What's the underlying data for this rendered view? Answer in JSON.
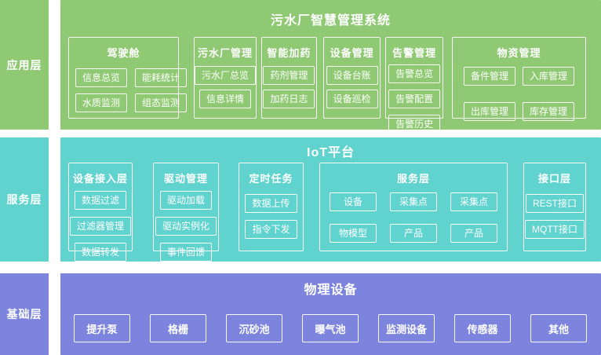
{
  "colors": {
    "app_layer": "#90c973",
    "service_layer": "#61d3cf",
    "base_layer": "#7c84de",
    "text": "#ffffff"
  },
  "layers": {
    "app": {
      "side_label": "应用层",
      "title": "污水厂智慧管理系统",
      "panels": [
        {
          "title": "驾驶舱",
          "items": [
            "信息总览",
            "能耗统计",
            "水质监测",
            "组态监测"
          ]
        },
        {
          "title": "污水厂管理",
          "items": [
            "污水厂总览",
            "信息详情"
          ]
        },
        {
          "title": "智能加药",
          "items": [
            "药剂管理",
            "加药日志"
          ]
        },
        {
          "title": "设备管理",
          "items": [
            "设备台账",
            "设备巡检"
          ]
        },
        {
          "title": "告警管理",
          "items": [
            "告警总览",
            "告警配置",
            "告警历史"
          ]
        },
        {
          "title": "物资管理",
          "items": [
            "备件管理",
            "入库管理",
            "出库管理",
            "库存管理"
          ]
        }
      ]
    },
    "service": {
      "side_label": "服务层",
      "title": "IoT平台",
      "panels": [
        {
          "title": "设备接入层",
          "items": [
            "数据过滤",
            "过滤器管理",
            "数据转发"
          ]
        },
        {
          "title": "驱动管理",
          "items": [
            "驱动加载",
            "驱动实例化",
            "事件回馈"
          ]
        },
        {
          "title": "定时任务",
          "items": [
            "数据上传",
            "指令下发"
          ]
        },
        {
          "title": "服务层",
          "items": [
            "设备",
            "采集点",
            "采集点",
            "物模型",
            "产品",
            "产品"
          ]
        },
        {
          "title": "接口层",
          "items": [
            "REST接口",
            "MQTT接口"
          ]
        }
      ]
    },
    "base": {
      "side_label": "基础层",
      "title": "物理设备",
      "devices": [
        "提升泵",
        "格栅",
        "沉砂池",
        "曝气池",
        "监测设备",
        "传感器",
        "其他"
      ]
    }
  }
}
